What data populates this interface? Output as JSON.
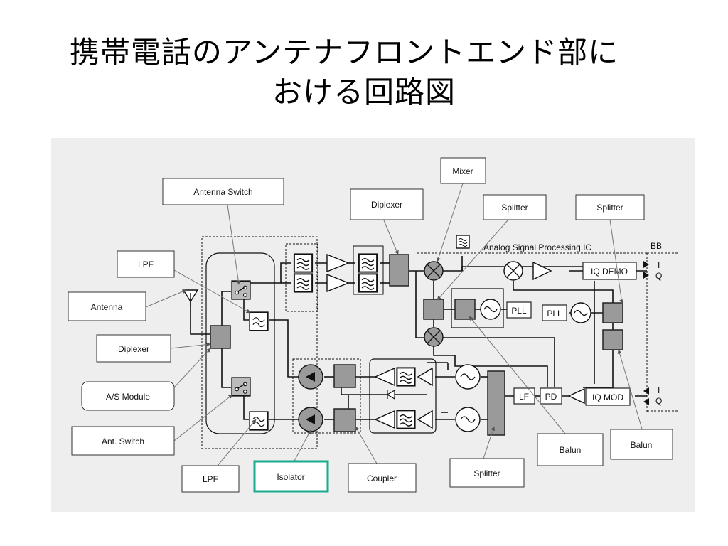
{
  "title": {
    "line1": "携帯電話のアンテナフロントエンド部に",
    "line2": "おける回路図"
  },
  "callouts": {
    "antenna_switch_top": "Antenna Switch",
    "lpf_top": "LPF",
    "antenna": "Antenna",
    "diplexer_left": "Diplexer",
    "as_module": "A/S Module",
    "ant_switch": "Ant. Switch",
    "lpf_bottom": "LPF",
    "isolator": "Isolator",
    "coupler": "Coupler",
    "diplexer_top": "Diplexer",
    "mixer": "Mixer",
    "splitter_mid": "Splitter",
    "splitter_right": "Splitter",
    "splitter_bottom": "Splitter",
    "balun_mid": "Balun",
    "balun_right": "Balun"
  },
  "blocks": {
    "ic_label": "Analog Signal Processing IC",
    "bb": "BB",
    "i_top": "I",
    "q_top": "Q",
    "i_bottom": "I",
    "q_bottom": "Q",
    "iq_demo": "IQ DEMO",
    "iq_mod": "IQ MOD",
    "pll_left": "PLL",
    "pll_right": "PLL",
    "lf": "LF",
    "pd": "PD"
  },
  "colors": {
    "diagram_bg": "#eeeeee",
    "block_gray": "#9a9a9a",
    "highlight": "#1aaa8e"
  }
}
